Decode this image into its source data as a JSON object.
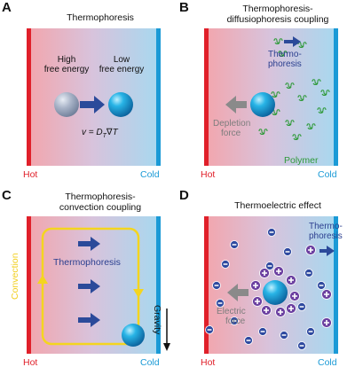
{
  "colors": {
    "hot": "#e0202a",
    "cold": "#1a9ad6",
    "arrow_navy": "#2b4a9a",
    "arrow_grey": "#8a8a8a",
    "polymer_green": "#2f9a3a",
    "convection_yellow": "#f4d51f",
    "ion_purple": "#6b3fa0",
    "ion_blue": "#2f4aa0"
  },
  "panels": {
    "a": {
      "letter": "A",
      "title": "Thermophoresis",
      "high_line1": "High",
      "high_line2": "free energy",
      "low_line1": "Low",
      "low_line2": "free energy",
      "equation": "v = D",
      "equation_sub": "T",
      "equation_tail": "∇T",
      "hot": "Hot",
      "cold": "Cold"
    },
    "b": {
      "letter": "B",
      "title_line1": "Thermophoresis-",
      "title_line2": "diffusiophoresis coupling",
      "thermo_line1": "Thermo-",
      "thermo_line2": "phoresis",
      "depletion_line1": "Depletion",
      "depletion_line2": "force",
      "polymer": "Polymer",
      "hot": "Hot",
      "cold": "Cold"
    },
    "c": {
      "letter": "C",
      "title_line1": "Thermophoresis-",
      "title_line2": "convection coupling",
      "thermophoresis": "Thermophoresis",
      "convection": "Convection",
      "gravity": "Gravity",
      "hot": "Hot",
      "cold": "Cold"
    },
    "d": {
      "letter": "D",
      "title": "Thermoelectric effect",
      "thermo_line1": "Thermo-",
      "thermo_line2": "phoresis",
      "electric_line1": "Electric",
      "electric_line2": "force",
      "hot": "Hot",
      "cold": "Cold"
    }
  }
}
